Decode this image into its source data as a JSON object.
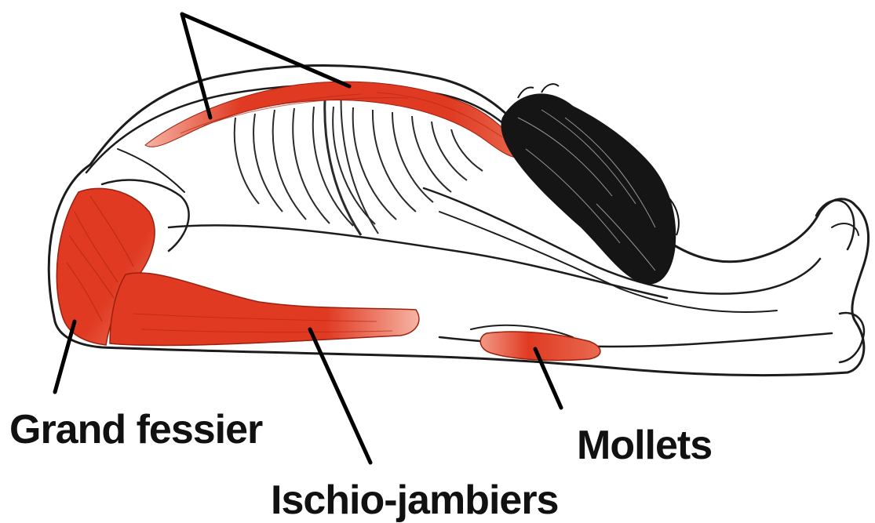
{
  "illustration": {
    "subject": "seated forward bend anatomy drawing",
    "colors": {
      "muscle": "#e03a22",
      "muscle_highlight": "#f6b4a4",
      "outline": "#1c1c1c",
      "skin": "#ffffff",
      "hair": "#111111",
      "leader_line": "#000000"
    }
  },
  "labels": {
    "gluteus": "Grand fessier",
    "hamstrings": "Ischio-jambiers",
    "calves": "Mollets"
  }
}
